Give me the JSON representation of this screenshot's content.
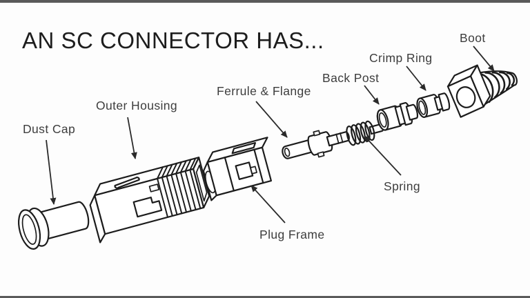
{
  "frame": {
    "background": "#fdfdfd",
    "top_bar_color": "#5a5a5a",
    "bottom_bar_color": "#5a5a5a"
  },
  "title": {
    "text": "AN SC CONNECTOR HAS..."
  },
  "diagram": {
    "type": "exploded-view line drawing",
    "subject": "SC fiber optic connector components",
    "line_color": "#1c1c1c",
    "label_color": "#3d3d3d",
    "labels": [
      {
        "id": "dust-cap",
        "text": "Dust Cap"
      },
      {
        "id": "outer-housing",
        "text": "Outer Housing"
      },
      {
        "id": "ferrule-flange",
        "text": "Ferrule & Flange"
      },
      {
        "id": "back-post",
        "text": "Back Post"
      },
      {
        "id": "crimp-ring",
        "text": "Crimp Ring"
      },
      {
        "id": "boot",
        "text": "Boot"
      },
      {
        "id": "spring",
        "text": "Spring"
      },
      {
        "id": "plug-frame",
        "text": "Plug Frame"
      }
    ]
  }
}
